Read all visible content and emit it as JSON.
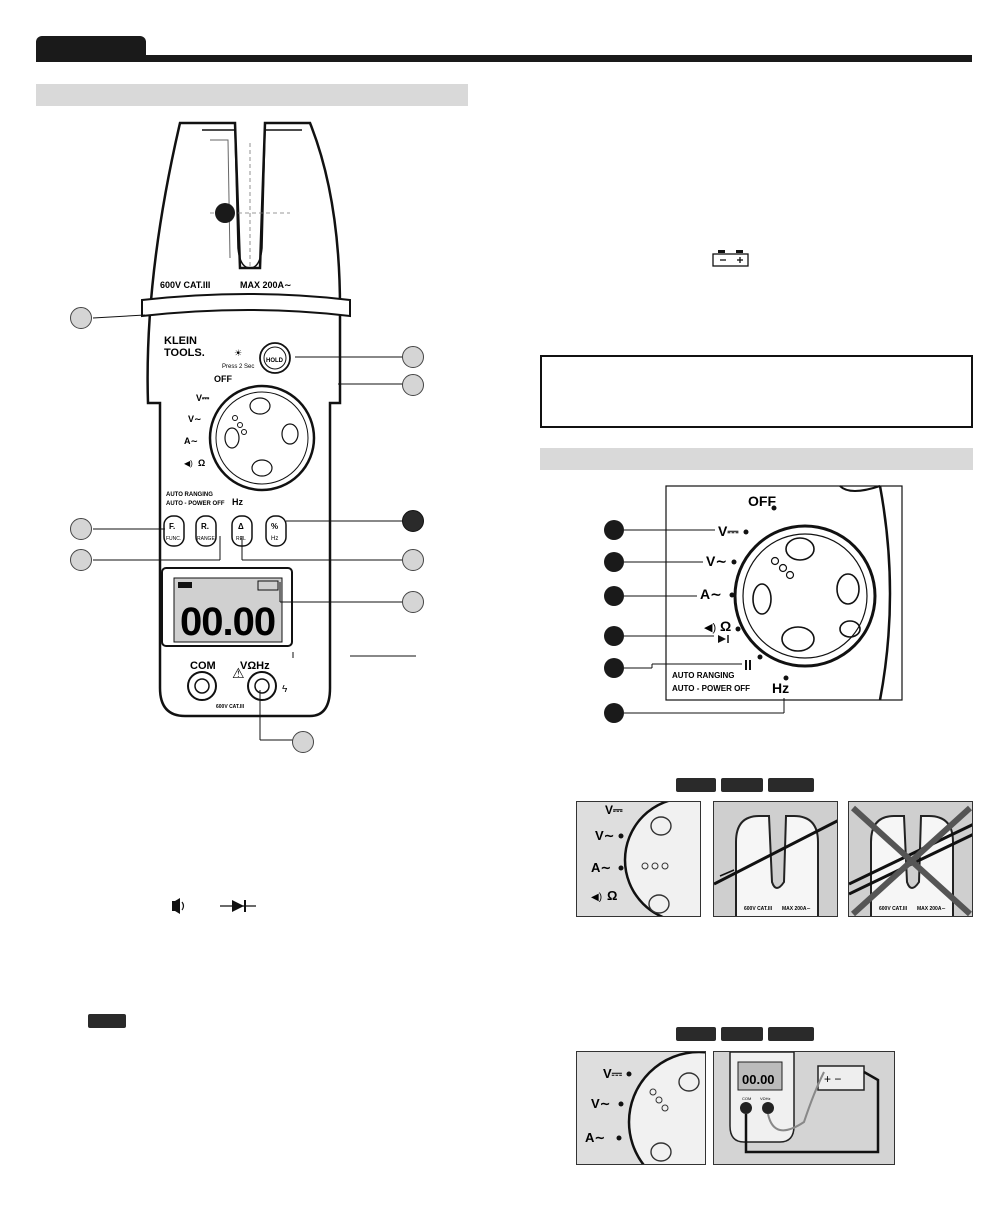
{
  "meter": {
    "brand_line1": "KLEIN",
    "brand_line2": "TOOLS.",
    "cat_rating": "600V CAT.III",
    "max_current": "MAX 200A∼",
    "press_hint": "Press 2 Sec",
    "hold_label": "HOLD",
    "dial_off": "OFF",
    "dial_vdc": "V⎓",
    "dial_vac": "V∼",
    "dial_aac": "A∼",
    "dial_ohm": "Ω",
    "dial_hz": "Hz",
    "auto_ranging": "AUTO RANGING",
    "auto_power_off": "AUTO - POWER OFF",
    "btn_func_top": "F.",
    "btn_func_bottom": "FUNC.",
    "btn_range_top": "R.",
    "btn_range_bottom": "RANGE",
    "btn_rel_top": "Δ",
    "btn_rel_bottom": "REL",
    "btn_hz_top": "%",
    "btn_hz_bottom": "Hz",
    "display_digits": "00.00",
    "com_label": "COM",
    "vohm_label": "VΩHz",
    "jack_cat": "600V CAT.III"
  },
  "dial_detail": {
    "off": "OFF",
    "vdc": "V⎓",
    "vac": "V∼",
    "aac": "A∼",
    "ohm": "Ω",
    "hz": "Hz",
    "auto_ranging": "AUTO RANGING",
    "auto_power_off": "AUTO - POWER OFF"
  },
  "photo_row1": {
    "vdc": "V⎓",
    "vac": "V∼",
    "aac": "A∼",
    "ohm": "Ω",
    "cat_a": "600V CAT.III",
    "max_a": "MAX 200A∼",
    "cat_b": "600V CAT.III",
    "max_b": "MAX 200A∼"
  },
  "photo_row2": {
    "vdc": "V⎓",
    "vac": "V∼",
    "aac": "A∼",
    "digits": "00.00",
    "com": "COM",
    "vohm": "VΩHz"
  }
}
